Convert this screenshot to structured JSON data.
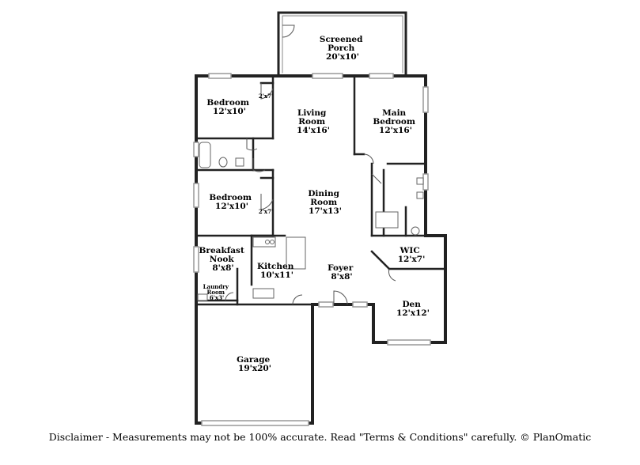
{
  "rooms": [
    {
      "id": "screened-porch",
      "name_lines": [
        "Screened",
        "Porch"
      ],
      "size": "20'x10'"
    },
    {
      "id": "bedroom-1",
      "name_lines": [
        "Bedroom"
      ],
      "size": "12'x10'"
    },
    {
      "id": "closet-1",
      "name_lines": [],
      "size": "2'x7'"
    },
    {
      "id": "living-room",
      "name_lines": [
        "Living",
        "Room"
      ],
      "size": "14'x16'"
    },
    {
      "id": "main-bedroom",
      "name_lines": [
        "Main",
        "Bedroom"
      ],
      "size": "12'x16'"
    },
    {
      "id": "bedroom-2",
      "name_lines": [
        "Bedroom"
      ],
      "size": "12'x10'"
    },
    {
      "id": "closet-2",
      "name_lines": [],
      "size": "2'x7'"
    },
    {
      "id": "dining-room",
      "name_lines": [
        "Dining",
        "Room"
      ],
      "size": "17'x13'"
    },
    {
      "id": "breakfast-nook",
      "name_lines": [
        "Breakfast",
        "Nook"
      ],
      "size": "8'x8'"
    },
    {
      "id": "kitchen",
      "name_lines": [
        "Kitchen"
      ],
      "size": "10'x11'"
    },
    {
      "id": "foyer",
      "name_lines": [
        "Foyer"
      ],
      "size": "8'x8'"
    },
    {
      "id": "wic",
      "name_lines": [
        "WIC"
      ],
      "size": "12'x7'"
    },
    {
      "id": "laundry-room",
      "name_lines": [
        "Laundry",
        "Room"
      ],
      "size": "6'x3'"
    },
    {
      "id": "den",
      "name_lines": [
        "Den"
      ],
      "size": "12'x12'"
    },
    {
      "id": "garage",
      "name_lines": [
        "Garage"
      ],
      "size": "19'x20'"
    }
  ],
  "disclaimer": "Disclaimer - Measurements may not be 100% accurate. Read \"Terms & Conditions\" carefully. © PlanOmatic"
}
